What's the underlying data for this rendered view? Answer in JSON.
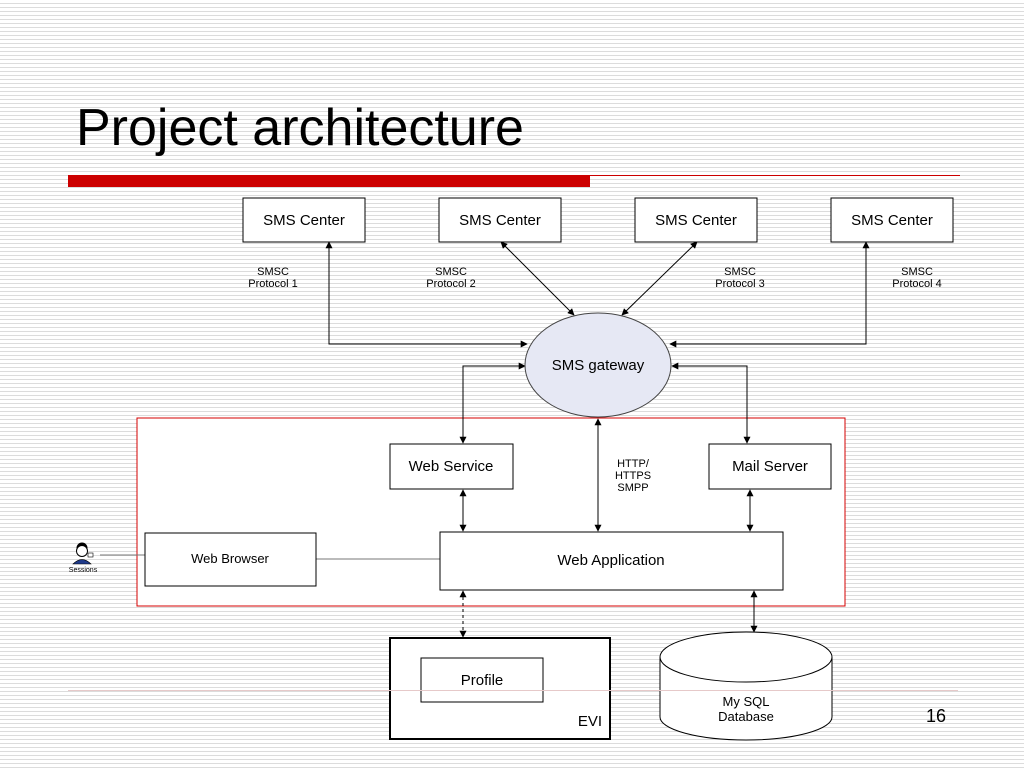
{
  "slide": {
    "title": "Project architecture",
    "page_number": "16"
  },
  "diagram": {
    "sms_centers": [
      "SMS Center",
      "SMS Center",
      "SMS Center",
      "SMS Center"
    ],
    "protocols": [
      [
        "SMSC",
        "Protocol 1"
      ],
      [
        "SMSC",
        "Protocol 2"
      ],
      [
        "SMSC",
        "Protocol 3"
      ],
      [
        "SMSC",
        "Protocol 4"
      ]
    ],
    "gateway": "SMS gateway",
    "web_service": "Web Service",
    "mail_server": "Mail Server",
    "http_label": [
      "HTTP/",
      "HTTPS",
      "SMPP"
    ],
    "web_browser": "Web Browser",
    "web_application": "Web Application",
    "sessions_label": "Sessions",
    "profile": "Profile",
    "evi": "EVI",
    "database": [
      "My SQL",
      "Database"
    ]
  },
  "colors": {
    "title_bar": "#cc0000",
    "frame": "#d40000",
    "gateway_fill": "#e6e8f4"
  }
}
